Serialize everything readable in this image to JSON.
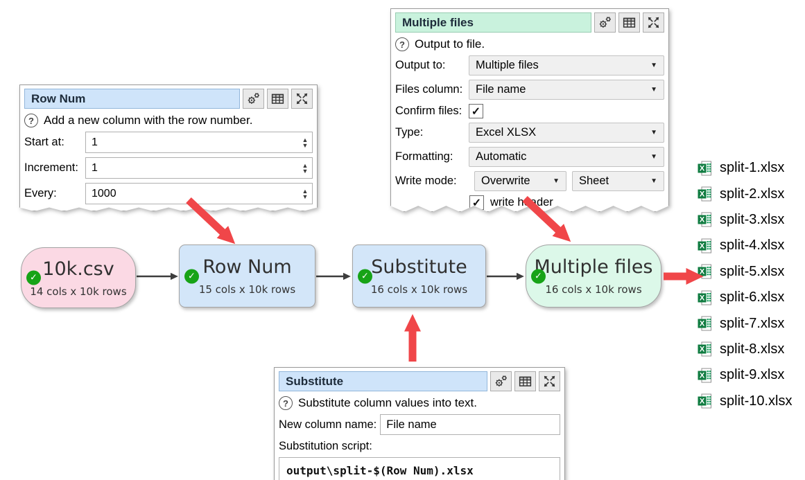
{
  "icons": {
    "help": "?",
    "checkmark": "✓",
    "dropdown_arrow": "▼",
    "spinner_up": "▲",
    "spinner_down": "▼"
  },
  "colors": {
    "accent_red": "#f04649",
    "title_bar_blue": "#cfe4fa",
    "title_bar_green": "#c9f2dd",
    "node_source_pink": "#fbd9e4",
    "node_transform_blue": "#d3e6f9",
    "node_output_green": "#dcf8e9",
    "status_ok_green": "#17a317",
    "excel_green": "#107c41"
  },
  "panels": {
    "row_num": {
      "title": "Row Num",
      "help": "Add a new column with the row number.",
      "fields": [
        {
          "label": "Start at:",
          "value": "1"
        },
        {
          "label": "Increment:",
          "value": "1"
        },
        {
          "label": "Every:",
          "value": "1000"
        }
      ]
    },
    "multiple_files": {
      "title": "Multiple files",
      "help": "Output to file.",
      "output_to": {
        "label": "Output to:",
        "value": "Multiple files"
      },
      "files_column": {
        "label": "Files column:",
        "value": "File name"
      },
      "confirm_files": {
        "label": "Confirm files:",
        "checked": true
      },
      "type": {
        "label": "Type:",
        "value": "Excel XLSX"
      },
      "formatting": {
        "label": "Formatting:",
        "value": "Automatic"
      },
      "write_mode": {
        "label": "Write mode:",
        "value": "Overwrite",
        "value2": "Sheet"
      },
      "write_header": {
        "label": "write header",
        "checked": true
      }
    },
    "substitute": {
      "title": "Substitute",
      "help": "Substitute column values into text.",
      "new_column": {
        "label": "New column name:",
        "value": "File name"
      },
      "script": {
        "label": "Substitution script:",
        "value": "output\\split-$(Row Num).xlsx"
      }
    }
  },
  "flow": {
    "nodes": [
      {
        "title": "10k.csv",
        "subtitle": "14 cols x 10k rows"
      },
      {
        "title": "Row Num",
        "subtitle": "15 cols x 10k rows"
      },
      {
        "title": "Substitute",
        "subtitle": "16 cols x 10k rows"
      },
      {
        "title": "Multiple files",
        "subtitle": "16 cols x 10k rows"
      }
    ]
  },
  "files": {
    "items": [
      "split-1.xlsx",
      "split-2.xlsx",
      "split-3.xlsx",
      "split-4.xlsx",
      "split-5.xlsx",
      "split-6.xlsx",
      "split-7.xlsx",
      "split-8.xlsx",
      "split-9.xlsx",
      "split-10.xlsx"
    ]
  }
}
